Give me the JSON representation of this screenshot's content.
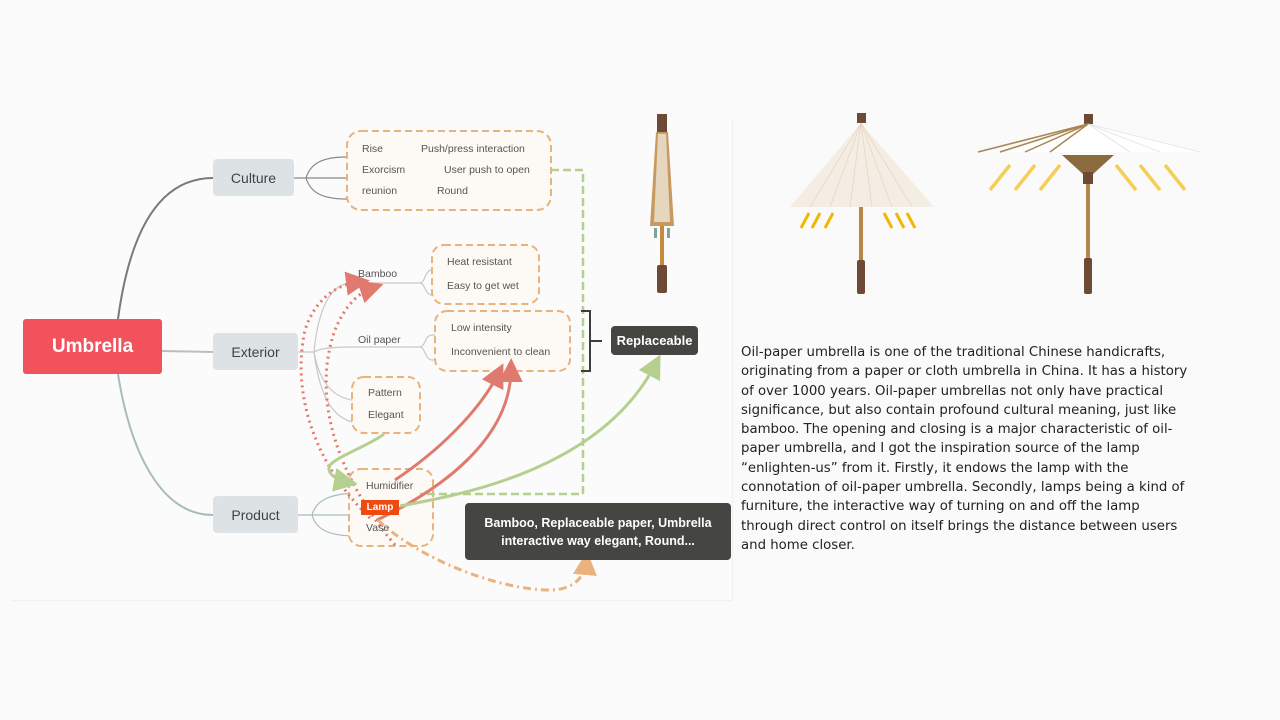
{
  "mindmap": {
    "root": "Umbrella",
    "branches": {
      "culture": {
        "label": "Culture",
        "items": [
          {
            "left": "Rise",
            "right": "Push/press interaction"
          },
          {
            "left": "Exorcism",
            "right": "User push to open"
          },
          {
            "left": "reunion",
            "right": "Round"
          }
        ]
      },
      "exterior": {
        "label": "Exterior",
        "children": {
          "bamboo": {
            "label": "Bamboo",
            "items": [
              "Heat resistant",
              "Easy to get wet"
            ]
          },
          "oil_paper": {
            "label": "Oil paper",
            "items": [
              "Low intensity",
              "Inconvenient to clean"
            ]
          },
          "style": {
            "items": [
              "Pattern",
              "Elegant"
            ]
          }
        }
      },
      "product": {
        "label": "Product",
        "items": [
          "Humidifier",
          "Lamp",
          "Vase"
        ]
      }
    },
    "summary_replaceable": "Replaceable",
    "summary_result": "Bamboo, Replaceable paper, Umbrella interactive way elegant, Round...",
    "colors": {
      "root": "#f2525c",
      "branch": "#dde2e5",
      "dashed_box": "#eab27c",
      "red_arrow": "#e07a6e",
      "green_arrow": "#b5cf8e",
      "dark_box": "#454541",
      "lamp_highlight": "#ee4b12"
    }
  },
  "images": [
    {
      "name": "closed-umbrella"
    },
    {
      "name": "half-open-umbrella-lamp"
    },
    {
      "name": "open-umbrella-lamp"
    }
  ],
  "description": "Oil-paper umbrella is one of the traditional Chinese handicrafts, originating from a paper or cloth umbrella in China. It has a history of over 1000 years. Oil-paper umbrellas not only have practical significance, but also contain profound cultural meaning, just like bamboo. The opening and closing is a major characteristic of oil-paper umbrella, and I got the inspiration source of the lamp “enlighten-us” from it. Firstly, it endows the lamp with the connotation of oil-paper umbrella. Secondly, lamps being a kind of furniture, the interactive way of turning on and off the lamp through direct control on itself brings the distance between users and home closer."
}
